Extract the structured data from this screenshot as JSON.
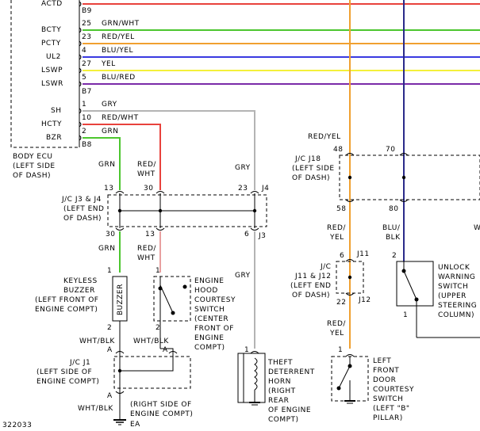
{
  "colors": {
    "red": "#e8423c",
    "green": "#4cc62e",
    "orange": "#f0a030",
    "yellow": "#f4f03a",
    "blue": "#3a3ae0",
    "purple": "#7a2aa8",
    "gray": "#b4b4b4",
    "pink": "#e8a0a0",
    "navy": "#2a2a8a"
  },
  "body_ecu": {
    "pins": [
      {
        "label": "ACTD"
      },
      {
        "label": "BCTY"
      },
      {
        "label": "PCTY"
      },
      {
        "label": "UL2"
      },
      {
        "label": "LSWP"
      },
      {
        "label": "LSWR"
      },
      {
        "label": "SH"
      },
      {
        "label": "HCTY"
      },
      {
        "label": "BZR"
      }
    ],
    "connectors": [
      "B9",
      "B7",
      "B8"
    ],
    "wires": [
      {
        "pin": "25",
        "color": "GRN/WHT"
      },
      {
        "pin": "23",
        "color": "RED/YEL"
      },
      {
        "pin": "4",
        "color": "BLU/YEL"
      },
      {
        "pin": "27",
        "color": "YEL"
      },
      {
        "pin": "5",
        "color": "BLU/RED"
      },
      {
        "pin": "1",
        "color": "GRY"
      },
      {
        "pin": "10",
        "color": "RED/WHT"
      },
      {
        "pin": "2",
        "color": "GRN"
      }
    ],
    "caption": [
      "BODY ECU",
      "(LEFT SIDE",
      "OF DASH)"
    ]
  },
  "jc_j3_j4": {
    "label": [
      "J/C J3 & J4",
      "(LEFT END",
      "OF DASH)"
    ],
    "top_pins": [
      "13",
      "30",
      "23",
      "J4"
    ],
    "bottom_pins": [
      "30",
      "13",
      "6",
      "J3"
    ]
  },
  "wire_labels": {
    "grn_1": "GRN",
    "red_wht_1": [
      "RED/",
      "WHT"
    ],
    "gry_1": "GRY",
    "grn_2": "GRN",
    "red_wht_2": [
      "RED/",
      "WHT"
    ],
    "gry_2": "GRY",
    "wht_blk_1": "WHT/BLK",
    "wht_blk_2": "WHT/BLK",
    "wht_blk_3": "WHT/BLK",
    "red_yel_top": "RED/YEL",
    "red_yel_mid": [
      "RED/",
      "YEL"
    ],
    "red_yel_low": [
      "RED/",
      "YEL"
    ],
    "blu_blk": [
      "BLU/",
      "BLK"
    ],
    "cut_off_w": "W"
  },
  "buzzer": {
    "pin_top": "1",
    "pin_bottom": "2",
    "body_text": "BUZZER",
    "caption": [
      "KEYLESS",
      "BUZZER",
      "(LEFT FRONT OF",
      "ENGINE COMPT)"
    ]
  },
  "hood_switch": {
    "caption": [
      "ENGINE",
      "HOOD",
      "COURTESY",
      "SWITCH",
      "(CENTER",
      "FRONT OF",
      "ENGINE",
      "COMPT)"
    ],
    "pin_top": "1",
    "pin_bottom": "2"
  },
  "jc_j1": {
    "label": [
      "J/C J1",
      "(LEFT SIDE OF",
      "ENGINE COMPT)"
    ],
    "pins": [
      "A",
      "A",
      "A"
    ]
  },
  "ground_ea": {
    "label": [
      "(RIGHT SIDE OF",
      "ENGINE COMPT)"
    ],
    "code": "EA"
  },
  "horn": {
    "pin": "1",
    "caption": [
      "THEFT",
      "DETERRENT",
      "HORN",
      "(RIGHT",
      "REAR",
      "OF ENGINE",
      "COMPT)"
    ]
  },
  "jc_j18": {
    "label": [
      "J/C J18",
      "(LEFT SIDE",
      "OF DASH)"
    ],
    "top_pins": [
      "48",
      "70"
    ],
    "bottom_pins": [
      "58",
      "80"
    ]
  },
  "jc_j11_j12": {
    "label": [
      "J/C",
      "J11 & J12",
      "(LEFT END",
      "OF DASH)"
    ],
    "top_pin": "6",
    "top_conn": "J11",
    "bottom_pin": "22",
    "bottom_conn": "J12"
  },
  "door_switch": {
    "pin": "1",
    "caption": [
      "LEFT",
      "FRONT",
      "DOOR",
      "COURTESY",
      "SWITCH",
      "(LEFT \"B\"",
      "PILLAR)"
    ]
  },
  "unlock_switch": {
    "pin_top": "2",
    "pin_bottom": "1",
    "caption": [
      "UNLOCK",
      "WARNING",
      "SWITCH",
      "(UPPER",
      "STEERING",
      "COLUMN)"
    ]
  },
  "figure_id": "322033"
}
